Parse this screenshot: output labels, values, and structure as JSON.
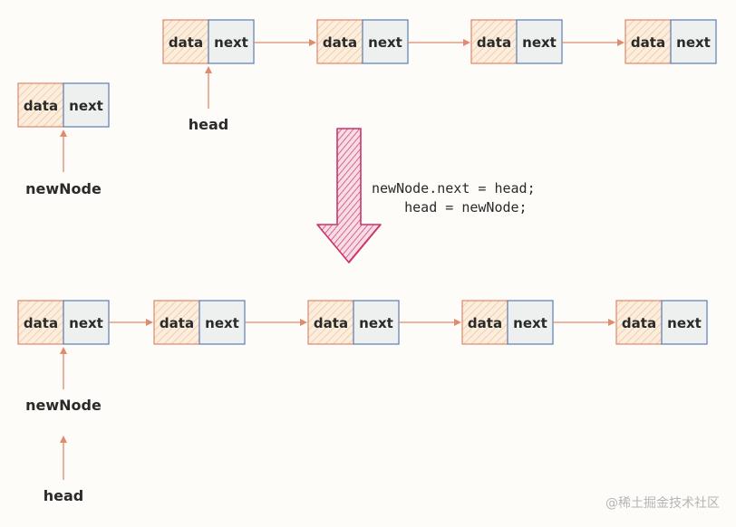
{
  "node_labels": {
    "data": "data",
    "next": "next"
  },
  "pointers": {
    "head": "head",
    "new_node": "newNode"
  },
  "code": {
    "line1": "newNode.next = head;",
    "line2": "    head = newNode;"
  },
  "watermark": "@稀土掘金技术社区",
  "colors": {
    "data_stroke": "#e2856a",
    "next_stroke": "#5a7fb5",
    "arrow": "#e08a6e",
    "big_arrow": "#c9356a"
  }
}
